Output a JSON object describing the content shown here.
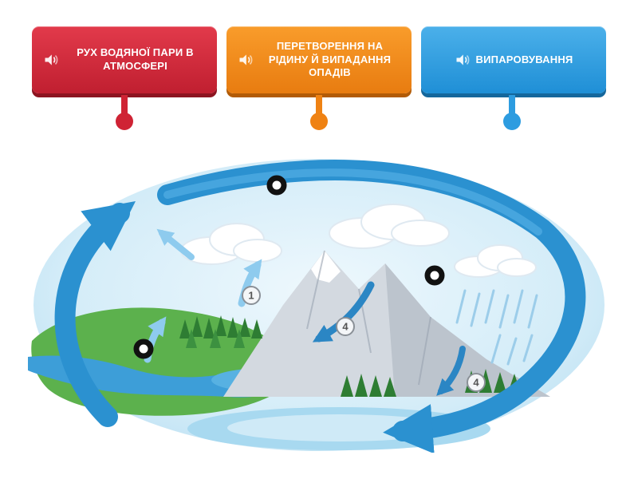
{
  "labels": [
    {
      "text": "РУХ ВОДЯНОЇ ПАРИ В АТМОСФЕРІ",
      "icon": "speaker-icon",
      "color": "#d62839",
      "color_dark": "#8d1420"
    },
    {
      "text": "ПЕРЕТВОРЕННЯ НА РІДИНУ Й ВИПАДАННЯ ОПАДІВ",
      "icon": "speaker-icon",
      "color": "#f28c1e",
      "color_dark": "#b25b06"
    },
    {
      "text": "ВИПАРОВУВАННЯ",
      "icon": "speaker-icon",
      "color": "#35a3e8",
      "color_dark": "#15679c"
    }
  ],
  "diagram": {
    "badges": [
      {
        "label": "1"
      },
      {
        "label": "4"
      },
      {
        "label": "4"
      }
    ]
  },
  "colors": {
    "accent_red": "#d62839",
    "accent_orange": "#f28c1e",
    "accent_blue": "#35a3e8",
    "cycle_arrow_blue": "#2b91d0",
    "sky_light_blue": "#cfe9f7",
    "land_green": "#5cb14d",
    "mountain_gray": "#d3d9e0"
  }
}
